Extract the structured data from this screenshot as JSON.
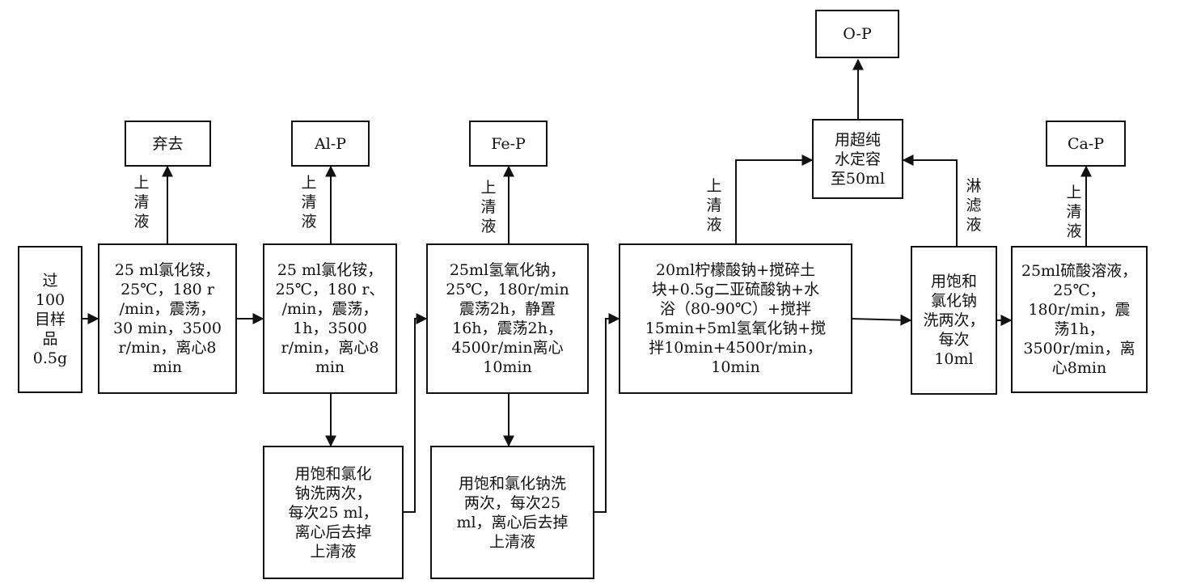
{
  "step1": "过\n100\n目样\n品\n0.5g",
  "step2": "25 ml氯化铵，\n25℃，180 r\n/min，震荡，\n30 min，3500\nr/min，离心8\nmin",
  "step3": "25 ml氯化铵，\n25℃，180 r、\n/min，震荡，\n1h，3500\nr/min，离心8\nmin",
  "step4": "25ml氢氧化钠，\n25℃，180r/min\n震荡2h，静置\n16h，震荡2h，\n4500r/min离心\n10min",
  "step5": "20ml柠檬酸钠+搅碎土\n块+0.5g二亚硫酸钠+水\n浴（80-90℃）+搅拌\n15min+5ml氢氧化钠+搅\n拌10min+4500r/min，\n10min",
  "step6": "用饱和\n氯化钠\n洗两次，\n每次\n10ml",
  "step7": "25ml硫酸溶液，\n25℃，\n180r/min，震\n荡1h，\n3500r/min，离\n心8min",
  "wash1": "用饱和氯化\n钠洗两次，\n每次25 ml，\n离心后去掉\n上清液",
  "wash2": "用饱和氯化钠洗\n两次，每次25\nml，离心后去掉\n上清液",
  "out_discard": "弃去",
  "out_alp": "Al-P",
  "out_fep": "Fe-P",
  "out_cap": "Ca-P",
  "out_op": "O-P",
  "dilute": "用超纯\n水定容\n至50ml",
  "supernatant": "上\n清\n液",
  "filtrate": "淋\n滤\n液"
}
